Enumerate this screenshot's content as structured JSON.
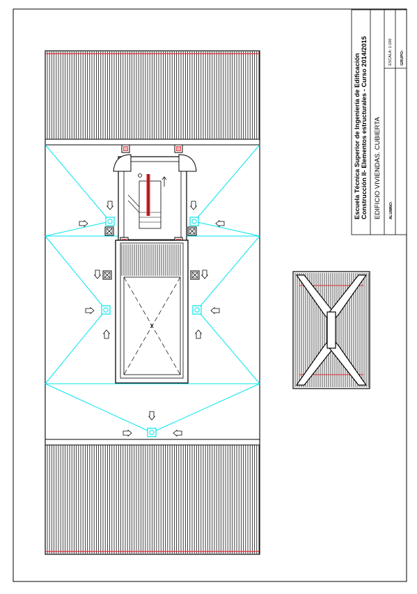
{
  "title_block": {
    "school": "Escuela Técnica Superior de Ingeniería de Edificación",
    "course": "Construcción II- Elementos estructurales - Curso 2014/2015",
    "drawing": "EDIFICIO VIVIENDAS. CUBIERTA",
    "student_label": "ALUMNO:",
    "scale_label": "ESCALA: 1:100",
    "group_label": "GRUPO:"
  },
  "symbols": {
    "stair_cross": "X",
    "skylight_cross": "X"
  },
  "colors": {
    "line": "#000000",
    "slope_line": "#00e5ee",
    "ridge_red": "#e0262c",
    "paper": "#ffffff"
  },
  "icons": [
    "drain-icon",
    "vent-icon",
    "flow-arrow-icon",
    "dome-icon"
  ]
}
